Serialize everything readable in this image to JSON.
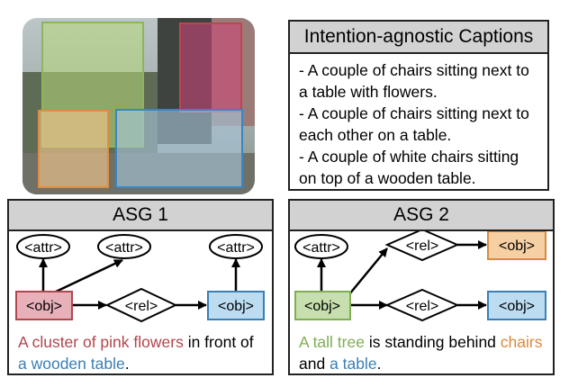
{
  "colors": {
    "red": "#b3454d",
    "blue": "#3a7fb5",
    "green": "#7fae53",
    "orange": "#db8a3c",
    "red_fill": "#e8b1ba",
    "blue_fill": "#bcdcf2",
    "green_fill": "#c7dfae",
    "orange_fill": "#f6cfa3",
    "header_gray": "#d2d2d2"
  },
  "captions": {
    "title": "Intention-agnostic Captions",
    "items": [
      "- A couple of chairs sitting next to a table with flowers.",
      "- A couple of chairs sitting next to each other on a table.",
      "- A couple of white chairs sitting on top of a wooden table."
    ]
  },
  "asg1": {
    "title": "ASG 1",
    "nodes": {
      "attr1": "<attr>",
      "attr2": "<attr>",
      "attr3": "<attr>",
      "obj1": "<obj>",
      "rel1": "<rel>",
      "obj2": "<obj>"
    },
    "caption": {
      "p1": "A cluster of pink flowers",
      "p2": " in front of ",
      "p3": "a wooden table",
      "p4": "."
    }
  },
  "asg2": {
    "title": "ASG 2",
    "nodes": {
      "attr1": "<attr>",
      "obj1": "<obj>",
      "rel1": "<rel>",
      "obj2": "<obj>",
      "rel2": "<rel>",
      "obj3": "<obj>"
    },
    "caption": {
      "p1": "A tall tree",
      "p2": " is standing behind ",
      "p3": "chairs",
      "p4": " and ",
      "p5": "a table",
      "p6": "."
    }
  }
}
